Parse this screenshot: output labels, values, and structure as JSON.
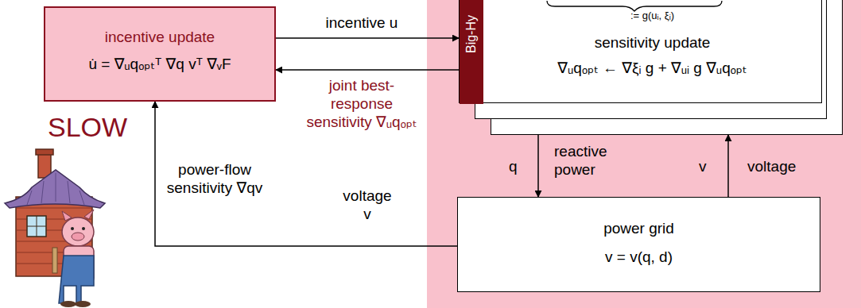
{
  "diagram": {
    "nodes": [
      {
        "text": [
          "incentive update",
          "u̇ = ∇ᵤqₒₚₜᵀ ∇q vᵀ ∇ᵥF"
        ]
      },
      {
        "text": [
          ":= g(uᵢ, ξᵢ)",
          "sensitivity update",
          "∇ᵤqₒₚₜ ← ∇ξᵢ g + ∇ᵤᵢ g ∇ᵤqₒₚₜ"
        ]
      },
      {
        "text": [
          "Big-Hy"
        ],
        "in": 1
      },
      {
        "text": [
          "power grid",
          "v = v(q, d)"
        ]
      }
    ],
    "edges": [
      {
        "from": 0,
        "to": 1,
        "arrow": "to",
        "label": "incentive u"
      },
      {
        "from": 1,
        "to": 0,
        "arrow": "to",
        "label": "joint best-response sensitivity ∇ᵤqₒₚₜ"
      },
      {
        "from": 1,
        "to": 3,
        "arrow": "to",
        "label": "reactive power"
      },
      {
        "from": 3,
        "to": 1,
        "arrow": "to",
        "label": "voltage"
      },
      {
        "from": 3,
        "to": 0,
        "arrow": "to",
        "label": "power-flow sensitivity ∇qv"
      }
    ],
    "labels": [
      "SLOW",
      "q",
      "v",
      "voltage v"
    ]
  }
}
